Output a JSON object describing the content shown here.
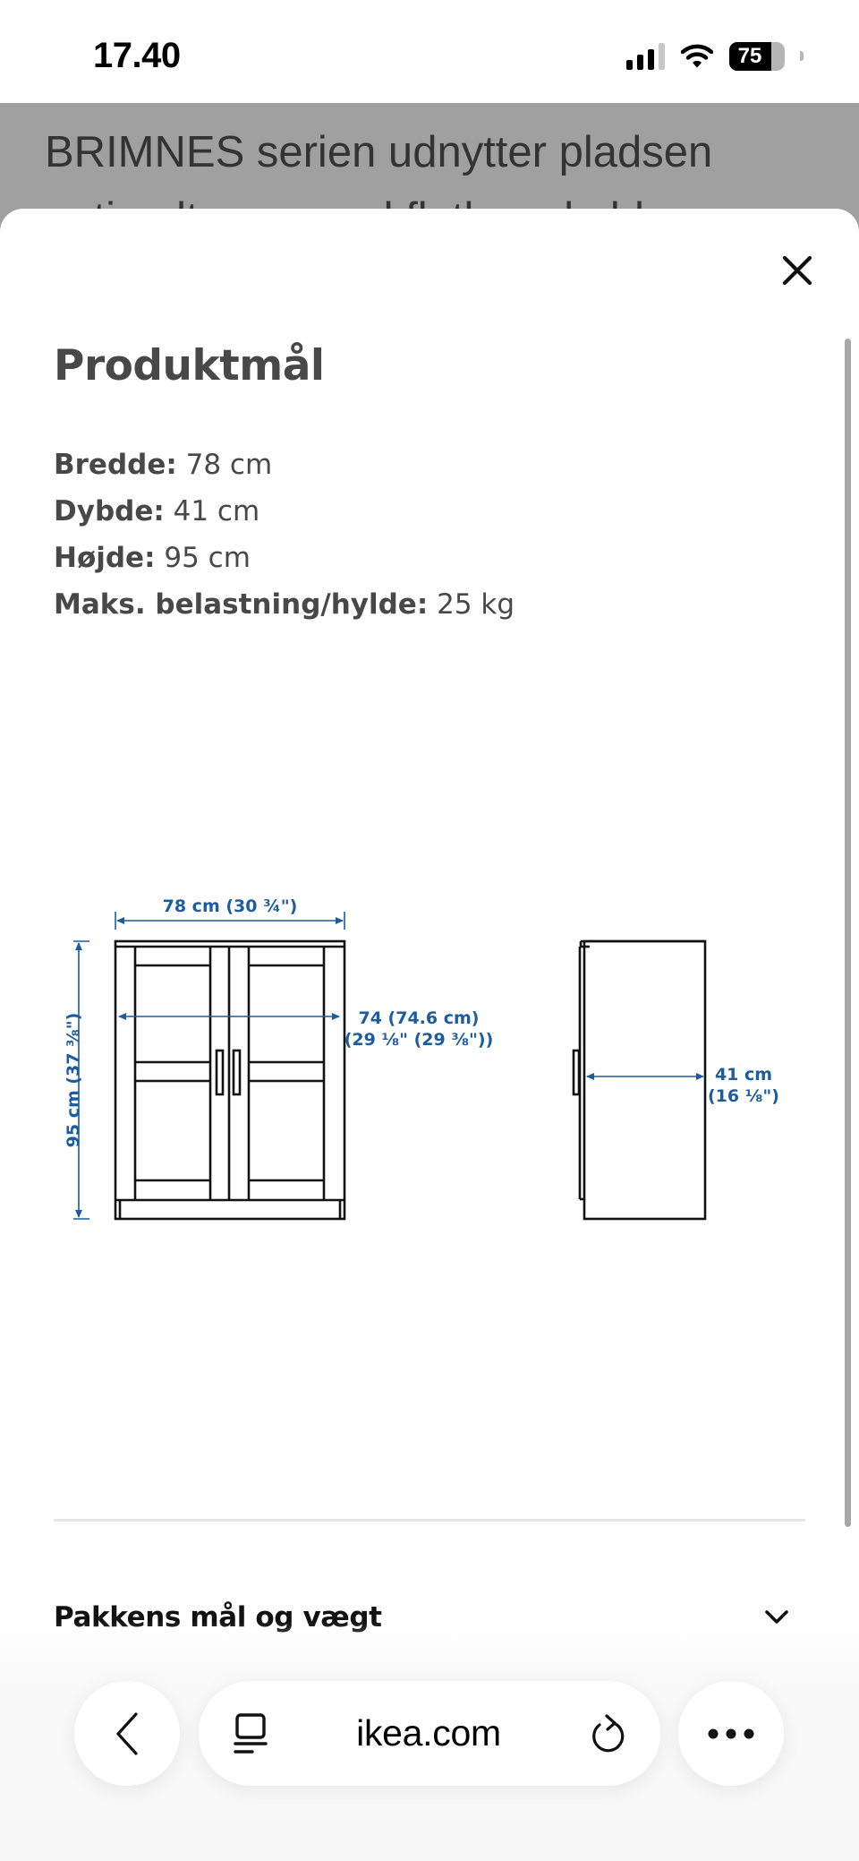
{
  "status_bar": {
    "time": "17.40",
    "battery_percent": "75",
    "signal_bars": 3,
    "signal_max": 4
  },
  "backdrop": {
    "text": "BRIMNES serien udnytter pladsen optimalt – og med flotbare hylder og"
  },
  "sheet": {
    "close_label": "Luk",
    "title": "Produktmål",
    "specs": [
      {
        "label": "Bredde:",
        "value": "78 cm"
      },
      {
        "label": "Dybde:",
        "value": "41 cm"
      },
      {
        "label": "Højde:",
        "value": "95 cm"
      },
      {
        "label": "Maks. belastning/hylde:",
        "value": "25 kg"
      }
    ],
    "diagram": {
      "dimension_color": "#1d5c9e",
      "front_view": {
        "width_label": "78 cm (30 ¾\")",
        "height_label": "95 cm (37 ⅜\")",
        "inner_width_line1": "74 (74.6 cm)",
        "inner_width_line2": "(29 ⅛\" (29 ⅜\"))"
      },
      "side_view": {
        "depth_line1": "41 cm",
        "depth_line2": "(16 ⅛\")"
      }
    },
    "accordion": {
      "label": "Pakkens mål og vægt",
      "icon": "chevron-down-icon"
    }
  },
  "browser_toolbar": {
    "url": "ikea.com",
    "back_icon": "chevron-left-icon",
    "tabs_icon": "reader-icon",
    "reload_icon": "reload-icon",
    "more_icon": "more-icon"
  }
}
